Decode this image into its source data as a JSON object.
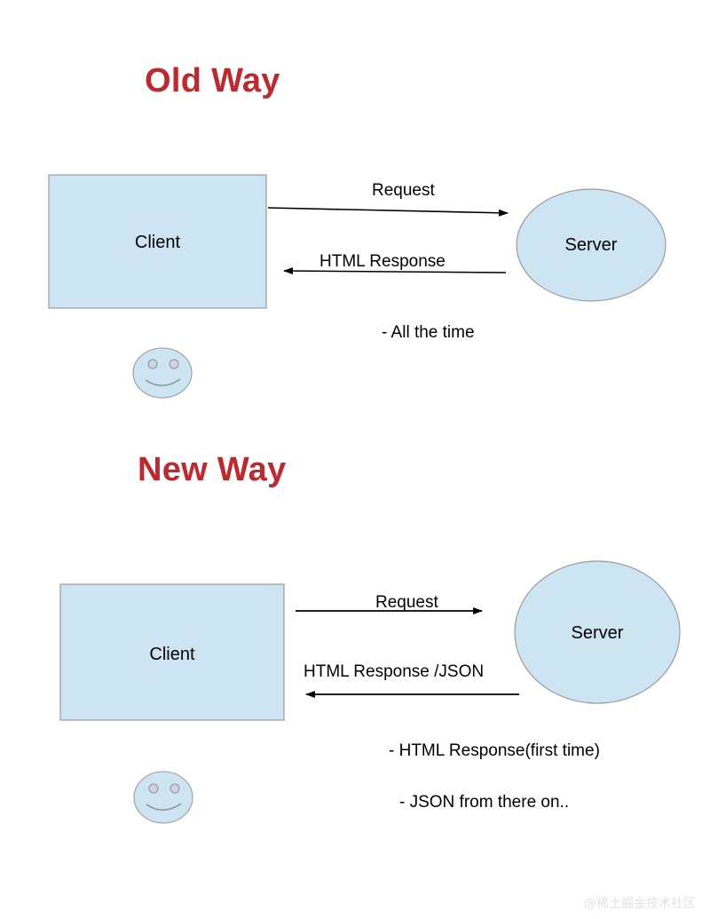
{
  "page": {
    "background_color": "#ffffff",
    "watermark": "@稀土掘金技术社区"
  },
  "colors": {
    "title_red": "#c0282d",
    "shape_fill": "#cde5f2",
    "shape_stroke": "#9b9b9b",
    "arrow_color": "#000000",
    "text_color": "#000000"
  },
  "sections": [
    {
      "id": "old-way",
      "title": "Old Way",
      "client": {
        "label": "Client",
        "shape": "rectangle"
      },
      "server": {
        "label": "Server",
        "shape": "ellipse"
      },
      "arrows": [
        {
          "label": "Request",
          "direction": "right"
        },
        {
          "label": "HTML Response",
          "direction": "left"
        }
      ],
      "notes": [
        "- All the time"
      ],
      "face": {
        "name": "smiley-face",
        "expression": "smile"
      }
    },
    {
      "id": "new-way",
      "title": "New Way",
      "client": {
        "label": "Client",
        "shape": "rectangle"
      },
      "server": {
        "label": "Server",
        "shape": "ellipse"
      },
      "arrows": [
        {
          "label": "Request",
          "direction": "right"
        },
        {
          "label": "HTML Response /JSON",
          "direction": "left"
        }
      ],
      "notes": [
        "- HTML Response(first time)",
        "- JSON from there on.."
      ],
      "face": {
        "name": "smiley-face",
        "expression": "smile"
      }
    }
  ]
}
